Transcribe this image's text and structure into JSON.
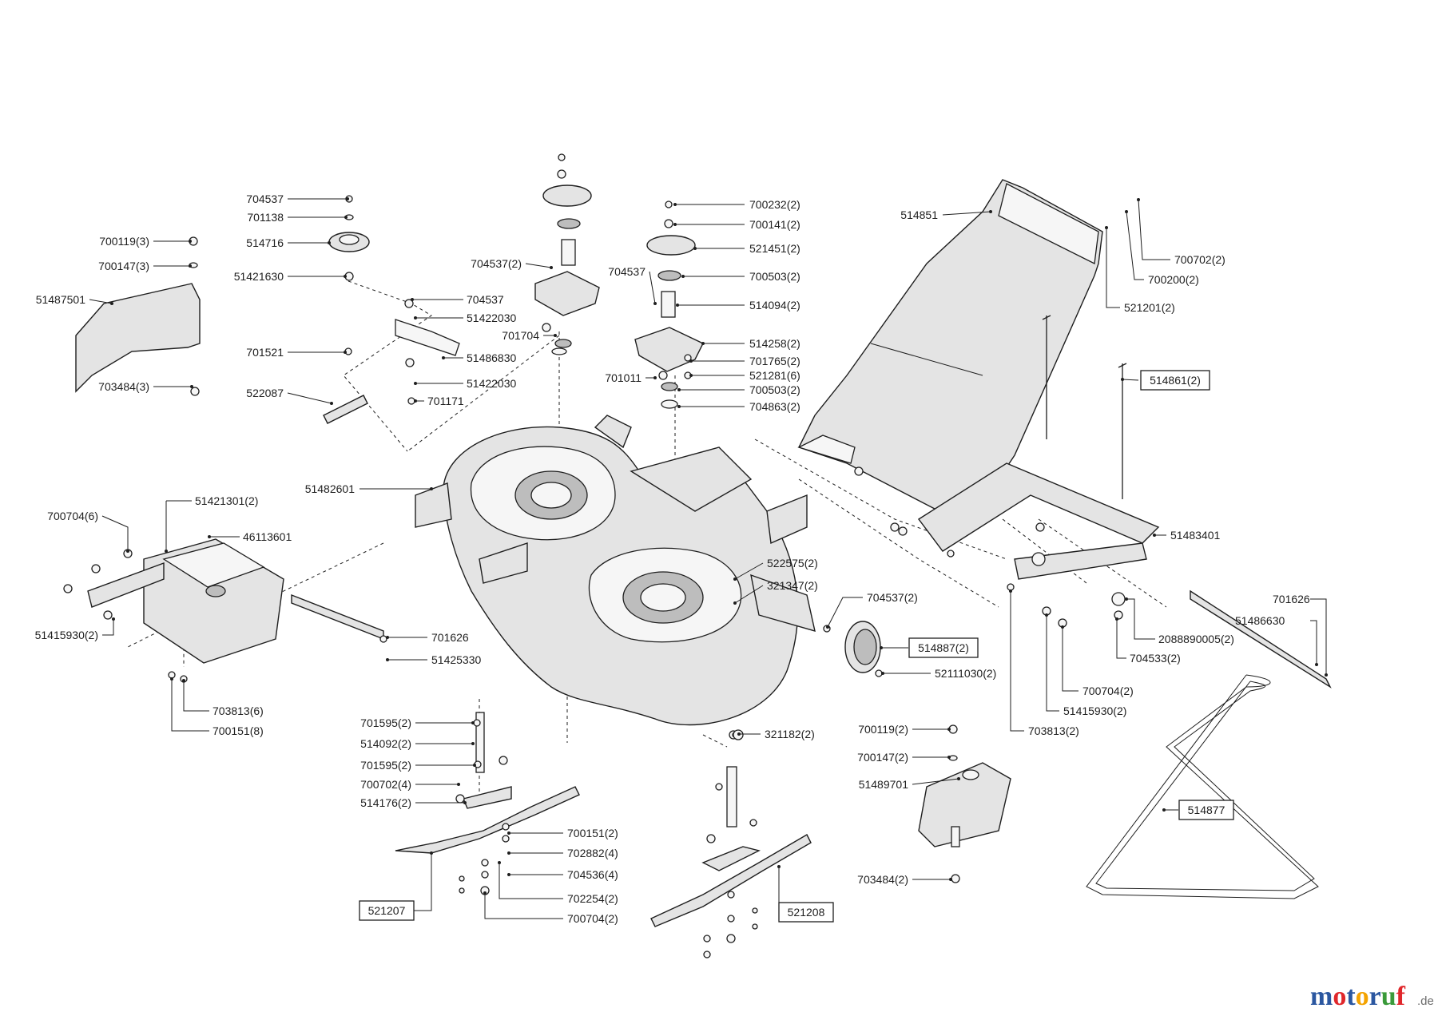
{
  "labels": [
    {
      "id": "704537-a",
      "text": "704537"
    },
    {
      "id": "701138",
      "text": "701138"
    },
    {
      "id": "700119-3",
      "text": "700119(3)"
    },
    {
      "id": "514716",
      "text": "514716"
    },
    {
      "id": "700147-3",
      "text": "700147(3)"
    },
    {
      "id": "51421630",
      "text": "51421630"
    },
    {
      "id": "51487501",
      "text": "51487501"
    },
    {
      "id": "704537-b",
      "text": "704537"
    },
    {
      "id": "51422030-a",
      "text": "51422030"
    },
    {
      "id": "701521",
      "text": "701521"
    },
    {
      "id": "51486830",
      "text": "51486830"
    },
    {
      "id": "703484-3",
      "text": "703484(3)"
    },
    {
      "id": "51422030-b",
      "text": "51422030"
    },
    {
      "id": "522087",
      "text": "522087"
    },
    {
      "id": "701171",
      "text": "701171"
    },
    {
      "id": "704537-2-a",
      "text": "704537(2)"
    },
    {
      "id": "701704",
      "text": "701704"
    },
    {
      "id": "704537-c",
      "text": "704537"
    },
    {
      "id": "701011",
      "text": "701011"
    },
    {
      "id": "700232-2",
      "text": "700232(2)"
    },
    {
      "id": "700141-2",
      "text": "700141(2)"
    },
    {
      "id": "521451-2",
      "text": "521451(2)"
    },
    {
      "id": "700503-2-a",
      "text": "700503(2)"
    },
    {
      "id": "514094-2",
      "text": "514094(2)"
    },
    {
      "id": "514258-2",
      "text": "514258(2)"
    },
    {
      "id": "701765-2",
      "text": "701765(2)"
    },
    {
      "id": "521281-6",
      "text": "521281(6)"
    },
    {
      "id": "700503-2-b",
      "text": "700503(2)"
    },
    {
      "id": "704863-2",
      "text": "704863(2)"
    },
    {
      "id": "514851",
      "text": "514851"
    },
    {
      "id": "700702-2",
      "text": "700702(2)"
    },
    {
      "id": "700200-2",
      "text": "700200(2)"
    },
    {
      "id": "521201-2",
      "text": "521201(2)"
    },
    {
      "id": "514861-2",
      "text": "514861(2)"
    },
    {
      "id": "51482601",
      "text": "51482601"
    },
    {
      "id": "51421301-2",
      "text": "51421301(2)"
    },
    {
      "id": "700704-6",
      "text": "700704(6)"
    },
    {
      "id": "46113601",
      "text": "46113601"
    },
    {
      "id": "51415930-2-a",
      "text": "51415930(2)"
    },
    {
      "id": "701626-a",
      "text": "701626"
    },
    {
      "id": "51425330",
      "text": "51425330"
    },
    {
      "id": "703813-6",
      "text": "703813(6)"
    },
    {
      "id": "700151-8",
      "text": "700151(8)"
    },
    {
      "id": "51483401",
      "text": "51483401"
    },
    {
      "id": "522575-2",
      "text": "522575(2)"
    },
    {
      "id": "321347-2",
      "text": "321347(2)"
    },
    {
      "id": "704537-2-b",
      "text": "704537(2)"
    },
    {
      "id": "514887-2",
      "text": "514887(2)"
    },
    {
      "id": "52111030-2",
      "text": "52111030(2)"
    },
    {
      "id": "701626-b",
      "text": "701626"
    },
    {
      "id": "51486630",
      "text": "51486630"
    },
    {
      "id": "2088890005-2",
      "text": "2088890005(2)"
    },
    {
      "id": "704533-2",
      "text": "704533(2)"
    },
    {
      "id": "700704-2-a",
      "text": "700704(2)"
    },
    {
      "id": "51415930-2-b",
      "text": "51415930(2)"
    },
    {
      "id": "703813-2",
      "text": "703813(2)"
    },
    {
      "id": "701595-2-a",
      "text": "701595(2)"
    },
    {
      "id": "514092-2",
      "text": "514092(2)"
    },
    {
      "id": "701595-2-b",
      "text": "701595(2)"
    },
    {
      "id": "700702-4",
      "text": "700702(4)"
    },
    {
      "id": "514176-2",
      "text": "514176(2)"
    },
    {
      "id": "321182-2",
      "text": "321182(2)"
    },
    {
      "id": "700119-2",
      "text": "700119(2)"
    },
    {
      "id": "700147-2",
      "text": "700147(2)"
    },
    {
      "id": "51489701",
      "text": "51489701"
    },
    {
      "id": "700151-2",
      "text": "700151(2)"
    },
    {
      "id": "702882-4",
      "text": "702882(4)"
    },
    {
      "id": "704536-4",
      "text": "704536(4)"
    },
    {
      "id": "702254-2",
      "text": "702254(2)"
    },
    {
      "id": "700704-2-b",
      "text": "700704(2)"
    },
    {
      "id": "521207",
      "text": "521207"
    },
    {
      "id": "521208",
      "text": "521208"
    },
    {
      "id": "703484-2",
      "text": "703484(2)"
    },
    {
      "id": "514877",
      "text": "514877"
    }
  ],
  "brand": {
    "letters": [
      "m",
      "o",
      "t",
      "o",
      "r",
      "u",
      "f"
    ],
    "letter_colors": [
      "#2b57a0",
      "#e0272b",
      "#2b57a0",
      "#f4a300",
      "#2b57a0",
      "#3a9a3a",
      "#e0272b"
    ],
    "tld": ".de"
  }
}
